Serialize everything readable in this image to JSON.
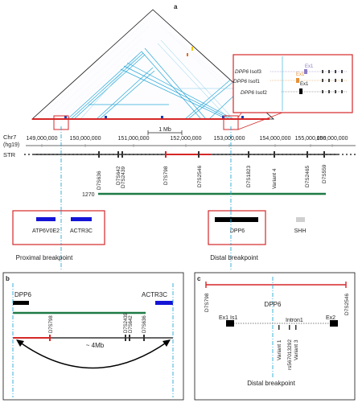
{
  "panel_a": {
    "label": "a",
    "scale_bar": "1 Mb",
    "chrom_label": "Chr7",
    "build_label": "(hg19)",
    "coords": [
      "149,000,000",
      "150,000,000",
      "151,000,000",
      "152,000,000",
      "153,000,000",
      "154,000,000",
      "155,000,000",
      "156,000,000"
    ],
    "str_label": "STR",
    "markers": [
      "D7S636",
      "D7S642",
      "D7S2439",
      "D7S798",
      "D7S2546",
      "D7S1823",
      "Variant 4",
      "D7S2465",
      "D7S559"
    ],
    "track_1270": "1270",
    "inset": {
      "row1_gene": "DPP6",
      "row1_rest": " Isof3",
      "row1_exon": "Ex1",
      "row2_gene": "DPP6",
      "row2_rest": " Isof1",
      "row2_exon": "Ex1",
      "row3_gene": "DPP6",
      "row3_rest": " Isof2",
      "row3_exon": "Ex1",
      "exon_colors": [
        "#8e7cc3",
        "#e69138",
        "#000000"
      ]
    },
    "genes": {
      "atp": "ATP6V0E2",
      "actr": "ACTR3C",
      "dpp6": "DPP6",
      "shh": "SHH"
    },
    "proximal_label": "Proximal breakpoint",
    "distal_label": "Distal breakpoint"
  },
  "panel_b": {
    "label": "b",
    "dpp6": "DPP6",
    "actr3c": "ACTR3C",
    "markers": [
      "D7S798",
      "D7S2439",
      "D7S642",
      "D7S636"
    ],
    "span": "~ 4Mb"
  },
  "panel_c": {
    "label": "c",
    "left_marker": "D7S798",
    "right_marker": "D7S2546",
    "dpp6": "DPP6",
    "ex1": "Ex1 Is1",
    "intron": "Intron1",
    "ex2": "Ex2",
    "variant1": "Variant 1",
    "rs": "rs567013292",
    "variant3": "Variant 3",
    "distal": "Distal breakpoint"
  },
  "colors": {
    "red": "#d62728",
    "green": "#1e7b45",
    "blue": "#1414d6",
    "cyan": "#29a8d8",
    "grey": "#cfcfcf"
  }
}
